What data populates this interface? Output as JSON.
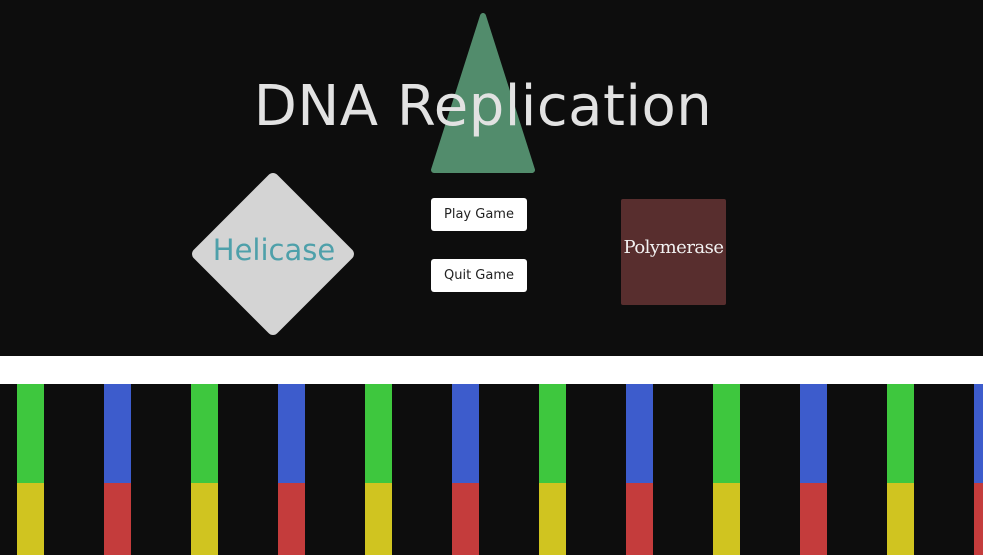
{
  "title": "DNA Replication",
  "helicase": {
    "label": "Helicase"
  },
  "polymerase": {
    "label": "Polymerase"
  },
  "buttons": {
    "play_label": "Play Game",
    "quit_label": "Quit Game"
  },
  "colors": {
    "background": "#0d0d0d",
    "title_text": "#e2e2e2",
    "triangle": "#5a9a77",
    "helicase_fill": "#d4d4d4",
    "helicase_text": "#4ea0aa",
    "polymerase_fill": "#582e2e",
    "polymerase_text": "#f2f2f2",
    "button_fill": "#ffffff",
    "divider": "#ffffff",
    "green": "#3ec73e",
    "blue": "#3d5ccc",
    "yellow": "#d0c420",
    "red": "#c43c3c"
  },
  "dna_pairs": [
    {
      "top": "green",
      "bottom": "yellow"
    },
    {
      "top": "blue",
      "bottom": "red"
    },
    {
      "top": "green",
      "bottom": "yellow"
    },
    {
      "top": "blue",
      "bottom": "red"
    },
    {
      "top": "green",
      "bottom": "yellow"
    },
    {
      "top": "blue",
      "bottom": "red"
    },
    {
      "top": "green",
      "bottom": "yellow"
    },
    {
      "top": "blue",
      "bottom": "red"
    },
    {
      "top": "green",
      "bottom": "yellow"
    },
    {
      "top": "blue",
      "bottom": "red"
    },
    {
      "top": "green",
      "bottom": "yellow"
    },
    {
      "top": "blue",
      "bottom": "red"
    }
  ]
}
